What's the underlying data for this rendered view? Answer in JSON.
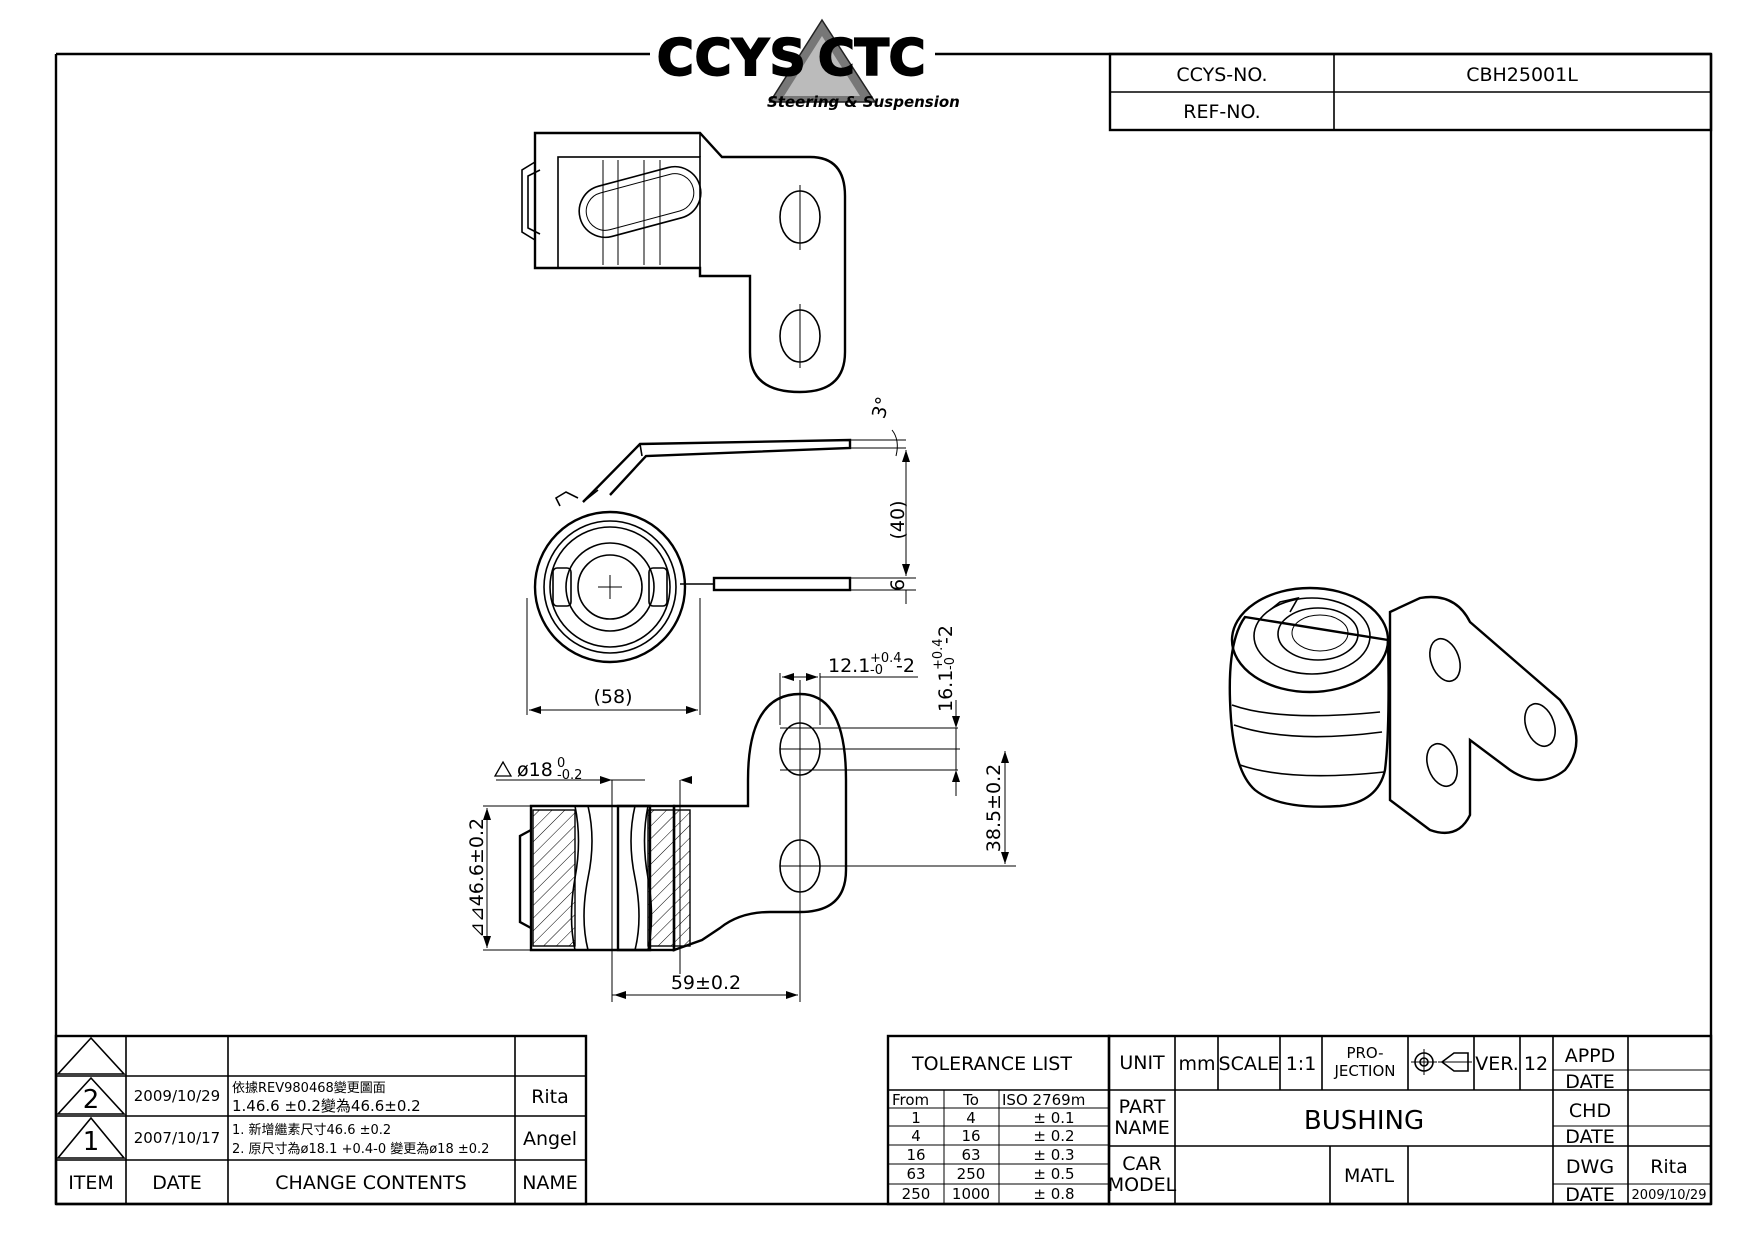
{
  "logo": {
    "brand_left": "CCYS",
    "brand_right": "CTC",
    "tagline": "Steering & Suspension"
  },
  "header": {
    "ccys_no_label": "CCYS-NO.",
    "ccys_no_value": "CBH25001L",
    "ref_no_label": "REF-NO.",
    "ref_no_value": ""
  },
  "dimensions": {
    "angle": "3°",
    "d40": "(40)",
    "d6": "6",
    "d58": "(58)",
    "d12_1": "12.1",
    "d12_1_tol_up": "+0.4",
    "d12_1_tol_low": "-0",
    "d12_1_suffix": "-2",
    "d16_1": "16.1",
    "d16_1_tol_up": "+0.4",
    "d16_1_tol_low": "-0",
    "d16_1_suffix": "-2",
    "d18_prefix": "ø18",
    "d18_tol_up": "0",
    "d18_tol_low": "-0.2",
    "d46_6": "⊿⊿46.6±0.2",
    "d38_5": "38.5±0.2",
    "d59": "59±0.2"
  },
  "revisions": {
    "headers": {
      "item": "ITEM",
      "date": "DATE",
      "contents": "CHANGE CONTENTS",
      "name": "NAME"
    },
    "rows": [
      {
        "item": "2",
        "date": "2009/10/29",
        "line1": "依據REV980468變更圖面",
        "line2": "1.46.6 ±0.2變為46.6±0.2",
        "name": "Rita"
      },
      {
        "item": "1",
        "date": "2007/10/17",
        "line1": "1. 新增繼素尺寸46.6 ±0.2",
        "line2": "2. 原尺寸為ø18.1 +0.4-0 變更為ø18 ±0.2",
        "name": "Angel"
      }
    ]
  },
  "tolerance": {
    "title": "TOLERANCE LIST",
    "col_from": "From",
    "col_to": "To",
    "col_iso": "ISO 2769m",
    "rows": [
      {
        "from": "1",
        "to": "4",
        "tol": "± 0.1"
      },
      {
        "from": "4",
        "to": "16",
        "tol": "± 0.2"
      },
      {
        "from": "16",
        "to": "63",
        "tol": "± 0.3"
      },
      {
        "from": "63",
        "to": "250",
        "tol": "± 0.5"
      },
      {
        "from": "250",
        "to": "1000",
        "tol": "± 0.8"
      }
    ]
  },
  "title_block": {
    "unit_label": "UNIT",
    "unit_value": "mm",
    "scale_label": "SCALE",
    "scale_value": "1:1",
    "projection_label_1": "PRO-",
    "projection_label_2": "JECTION",
    "ver_label": "VER.",
    "ver_value": "12",
    "appd_label": "APPD",
    "date_label": "DATE",
    "chd_label": "CHD",
    "dwg_label": "DWG",
    "dwg_value": "Rita",
    "dwg_date": "2009/10/29",
    "part_name_label_1": "PART",
    "part_name_label_2": "NAME",
    "part_name_value": "BUSHING",
    "car_model_label_1": "CAR",
    "car_model_label_2": "MODEL",
    "car_model_value": "",
    "matl_label": "MATL",
    "matl_value": ""
  }
}
